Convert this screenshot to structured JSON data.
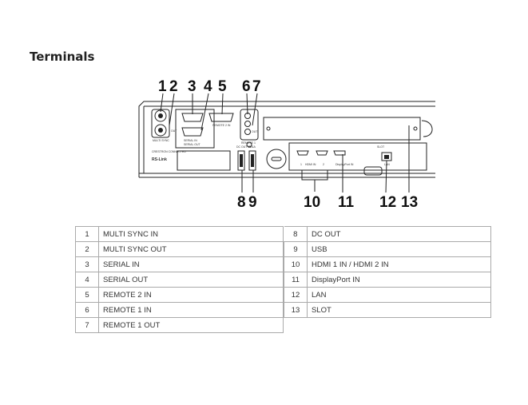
{
  "page": {
    "title": "Terminals"
  },
  "diagram": {
    "callouts": [
      "1",
      "2",
      "3",
      "4",
      "5",
      "6",
      "7",
      "8",
      "9",
      "10",
      "11",
      "12",
      "13"
    ],
    "panel_labels": {
      "multi_sync": "MULTI SYNC",
      "out": "OUT",
      "remote_2_in": "REMOTE 2 IN",
      "serial": "SERIAL IN",
      "serial_out": "SERIAL OUT",
      "remote_1": "REMOTE 1",
      "crestron": "CRESTRON CONNECTED",
      "rs_link": "RS-Link",
      "dc_out": "DC OUT 5V 1A",
      "usb": "5V",
      "hdmi_in": "HDMI IN",
      "hdmi_1": "1",
      "hdmi_2": "2",
      "displayport": "DisplayPort IN",
      "lan": "LAN",
      "slot": "SLOT"
    }
  },
  "terminals_left": [
    {
      "num": "1",
      "label": "MULTI SYNC IN"
    },
    {
      "num": "2",
      "label": "MULTI SYNC OUT"
    },
    {
      "num": "3",
      "label": "SERIAL IN"
    },
    {
      "num": "4",
      "label": "SERIAL OUT"
    },
    {
      "num": "5",
      "label": "REMOTE 2 IN"
    },
    {
      "num": "6",
      "label": "REMOTE 1 IN"
    },
    {
      "num": "7",
      "label": "REMOTE 1 OUT"
    }
  ],
  "terminals_right": [
    {
      "num": "8",
      "label": "DC OUT"
    },
    {
      "num": "9",
      "label": "USB"
    },
    {
      "num": "10",
      "label": "HDMI 1 IN / HDMI 2 IN"
    },
    {
      "num": "11",
      "label": "DisplayPort IN"
    },
    {
      "num": "12",
      "label": "LAN"
    },
    {
      "num": "13",
      "label": "SLOT"
    }
  ]
}
